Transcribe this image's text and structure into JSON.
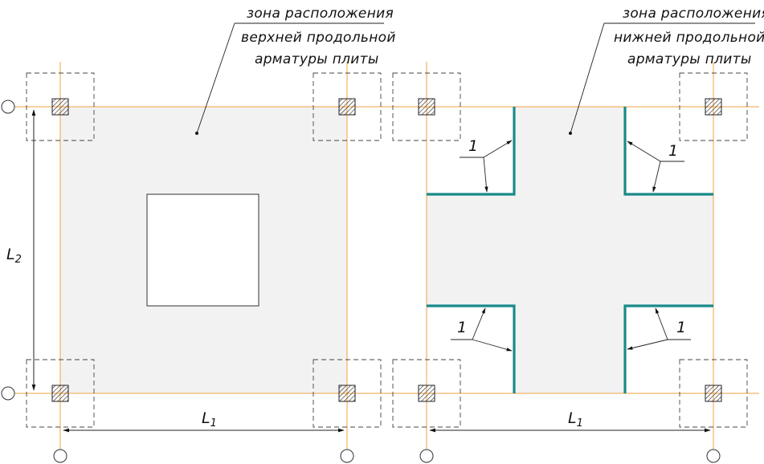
{
  "labels": {
    "left_zone": [
      "зона расположения",
      "верхней продольной",
      "арматуры плиты"
    ],
    "right_zone": [
      "зона расположения",
      "нижней продольной",
      "арматуры плиты"
    ],
    "dim_l1_left": "L1",
    "dim_l1_right": "L1",
    "dim_l2": "L2",
    "callout": "1"
  },
  "colors": {
    "zone_fill": "#f2f2f2",
    "rebar_line": "#1a8a8a",
    "axis_line": "#f0a040",
    "outline": "#333333"
  }
}
